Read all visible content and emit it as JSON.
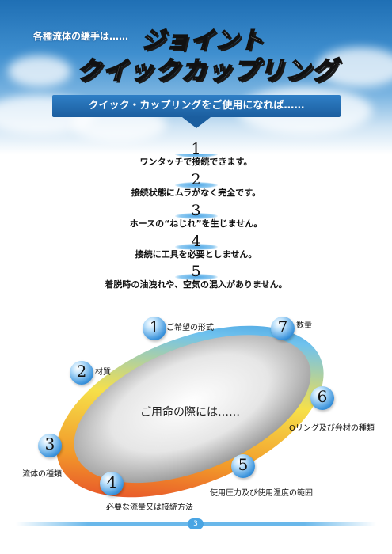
{
  "header": {
    "subtitle": "各種流体の継手は……",
    "title_line1": "ジョイント",
    "title_line2": "クイックカップリング"
  },
  "banner": {
    "text": "クイック・カップリングをご使用になれば……"
  },
  "points": [
    {
      "num": "1",
      "text": "ワンタッチで接続できます。"
    },
    {
      "num": "2",
      "text": "接続状態にムラがなく完全です。"
    },
    {
      "num": "3",
      "text": "ホースの“ねじれ”を生じません。"
    },
    {
      "num": "4",
      "text": "接続に工具を必要としません。"
    },
    {
      "num": "5",
      "text": "着脱時の油洩れや、空気の混入がありません。"
    }
  ],
  "diagram": {
    "center": "ご用命の際には……",
    "items": [
      {
        "num": "1",
        "label": "ご希望の形式"
      },
      {
        "num": "2",
        "label": "材質"
      },
      {
        "num": "3",
        "label": "流体の種類"
      },
      {
        "num": "4",
        "label": "必要な流量又は接続方法"
      },
      {
        "num": "5",
        "label": "使用圧力及び使用温度の範囲"
      },
      {
        "num": "6",
        "label": "Oリング及び弁材の種類"
      },
      {
        "num": "7",
        "label": "数量"
      }
    ]
  },
  "footer": {
    "page": "3"
  },
  "colors": {
    "sky": "#1f6fb4",
    "banner": "#1b5e9f",
    "ball": "#3c94dc"
  }
}
